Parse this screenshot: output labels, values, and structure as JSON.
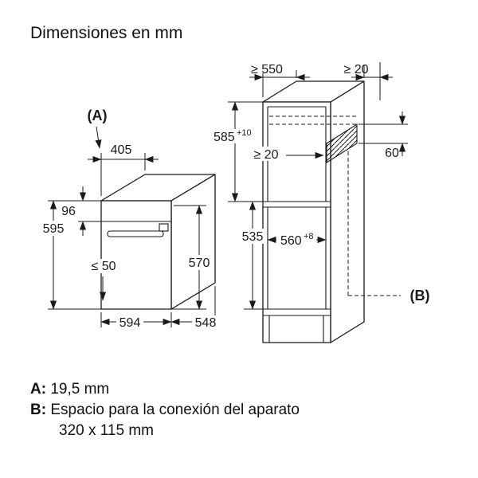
{
  "title": "Dimensiones en mm",
  "dims": {
    "a_ref": "(A)",
    "b_ref": "(B)",
    "top_depth": "405",
    "panel_height": "96",
    "oven_height": "595",
    "max_gap": "≤ 50",
    "oven_width": "594",
    "oven_depth": "548",
    "door_height": "570",
    "lower_niche_height": "535",
    "niche_height": "585",
    "niche_height_tol": "+10",
    "rear_gap": "≥ 20",
    "cabinet_depth": "≥ 550",
    "top_clearance": "≥ 20",
    "vent_size": "60",
    "niche_width": "560",
    "niche_width_tol": "+8"
  },
  "legend": {
    "a_key": "A:",
    "a_value": "19,5 mm",
    "b_key": "B:",
    "b_value": "Espacio para la conexión del aparato",
    "b_value2": "320 x 115 mm"
  },
  "colors": {
    "line": "#1a1a1a",
    "background": "#ffffff"
  }
}
